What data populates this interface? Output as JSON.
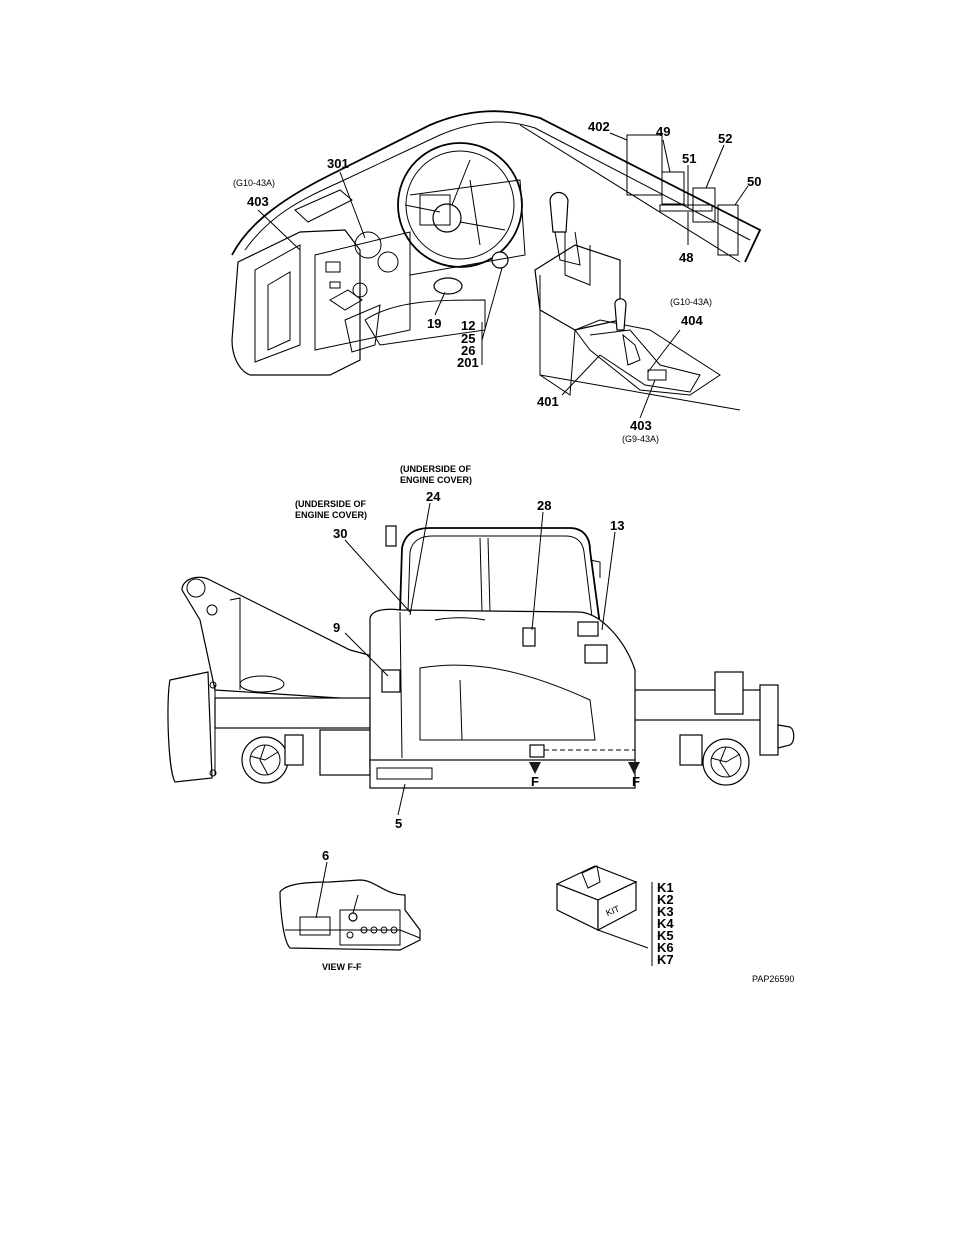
{
  "callouts": {
    "c402": "402",
    "c49": "49",
    "c52": "52",
    "c51": "51",
    "c50": "50",
    "c48": "48",
    "c301": "301",
    "c403a": "403",
    "c19": "19",
    "c12": "12",
    "c25": "25",
    "c26": "26",
    "c201": "201",
    "c404": "404",
    "c401": "401",
    "c403b": "403",
    "c24": "24",
    "c28": "28",
    "c13": "13",
    "c30": "30",
    "c9": "9",
    "c5": "5",
    "c6": "6"
  },
  "references": {
    "g10_left": "(G10-43A)",
    "g10_right": "(G10-43A)",
    "g9": "(G9-43A)"
  },
  "notes": {
    "underside_1_line1": "(UNDERSIDE OF",
    "underside_1_line2": "ENGINE COVER)",
    "underside_2_line1": "(UNDERSIDE OF",
    "underside_2_line2": "ENGINE COVER)"
  },
  "section_markers": {
    "f1": "F",
    "f2": "F"
  },
  "view_label": "VIEW F-F",
  "kit": {
    "box_text": "KIT",
    "items": [
      "K1",
      "K2",
      "K3",
      "K4",
      "K5",
      "K6",
      "K7"
    ]
  },
  "drawing_id": "PAP26590"
}
